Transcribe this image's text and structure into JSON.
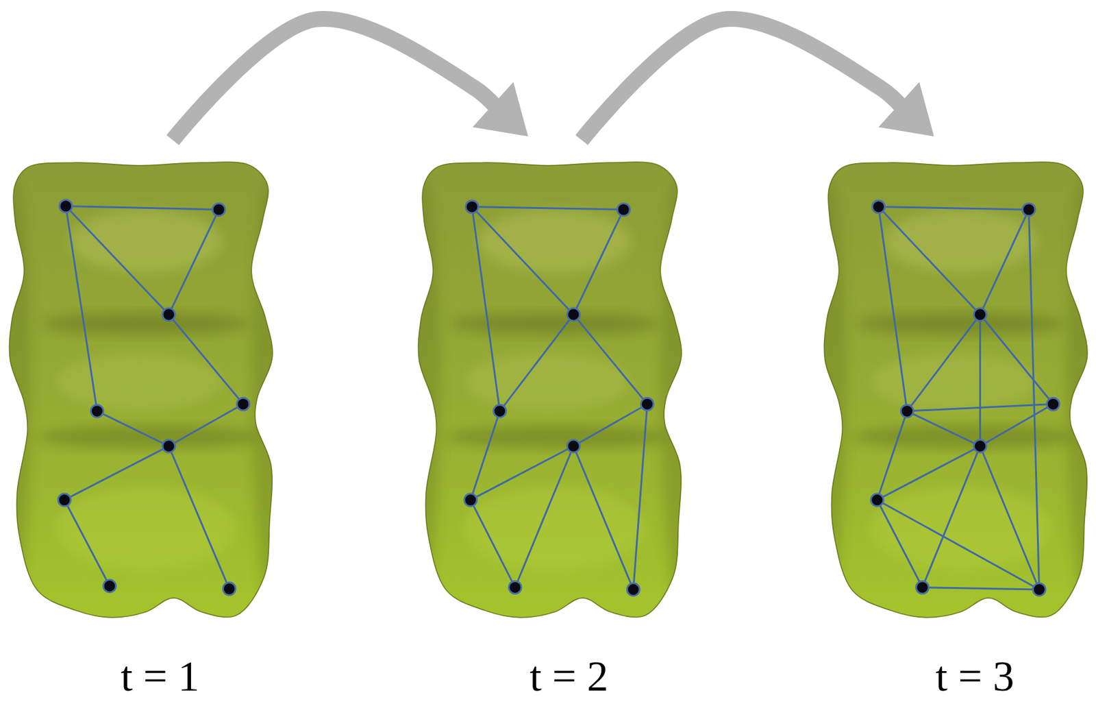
{
  "diagram": {
    "nodes": [
      {
        "text": [
          "t = 1"
        ]
      },
      {
        "text": [
          "t = 2"
        ]
      },
      {
        "text": [
          "t = 3"
        ]
      }
    ],
    "edges": [
      {
        "from": 0,
        "to": 1,
        "arrow": "to"
      },
      {
        "from": 1,
        "to": 2,
        "arrow": "to"
      }
    ]
  }
}
